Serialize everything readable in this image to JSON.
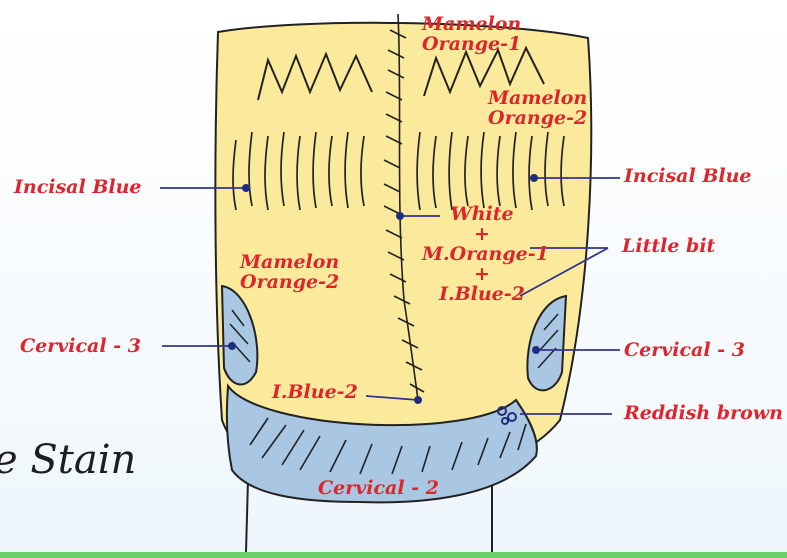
{
  "colors": {
    "label_red": "#e0242b",
    "tooth_yellow": "#fcea9c",
    "cervical_blue": "#a9c6e2",
    "leader_navy": "#33338a",
    "dot_navy": "#1f2d80"
  },
  "labels": {
    "mamelon_orange1_top": "Mamelon",
    "mamelon_orange1_bottom": "Orange-1",
    "mamelon_orange2_right_top": "Mamelon",
    "mamelon_orange2_right_bottom": "Orange-2",
    "incisal_blue_left": "Incisal Blue",
    "incisal_blue_right": "Incisal Blue",
    "white": "White",
    "plus_1": "+",
    "m_orange1": "M.Orange-1",
    "plus_2": "+",
    "i_blue2_center": "I.Blue-2",
    "little_bit": "Little bit",
    "mamelon_orange2_left_top": "Mamelon",
    "mamelon_orange2_left_bottom": "Orange-2",
    "cervical3_left": "Cervical - 3",
    "cervical3_right": "Cervical - 3",
    "i_blue2_bottom": "I.Blue-2",
    "reddish_brown": "Reddish brown",
    "cervical2": "Cervical - 2"
  },
  "title_fragment": "e Stain"
}
